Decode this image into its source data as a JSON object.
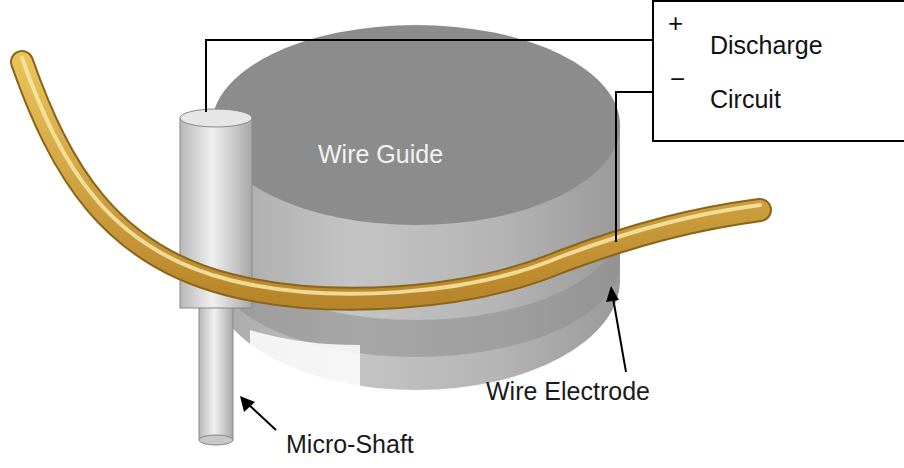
{
  "diagram": {
    "nodes": [
      {
        "text": [
          "+",
          "−",
          "Discharge Circuit"
        ]
      }
    ],
    "labels": [
      "Wire Guide",
      "Wire Electrode",
      "Micro-Shaft"
    ]
  }
}
